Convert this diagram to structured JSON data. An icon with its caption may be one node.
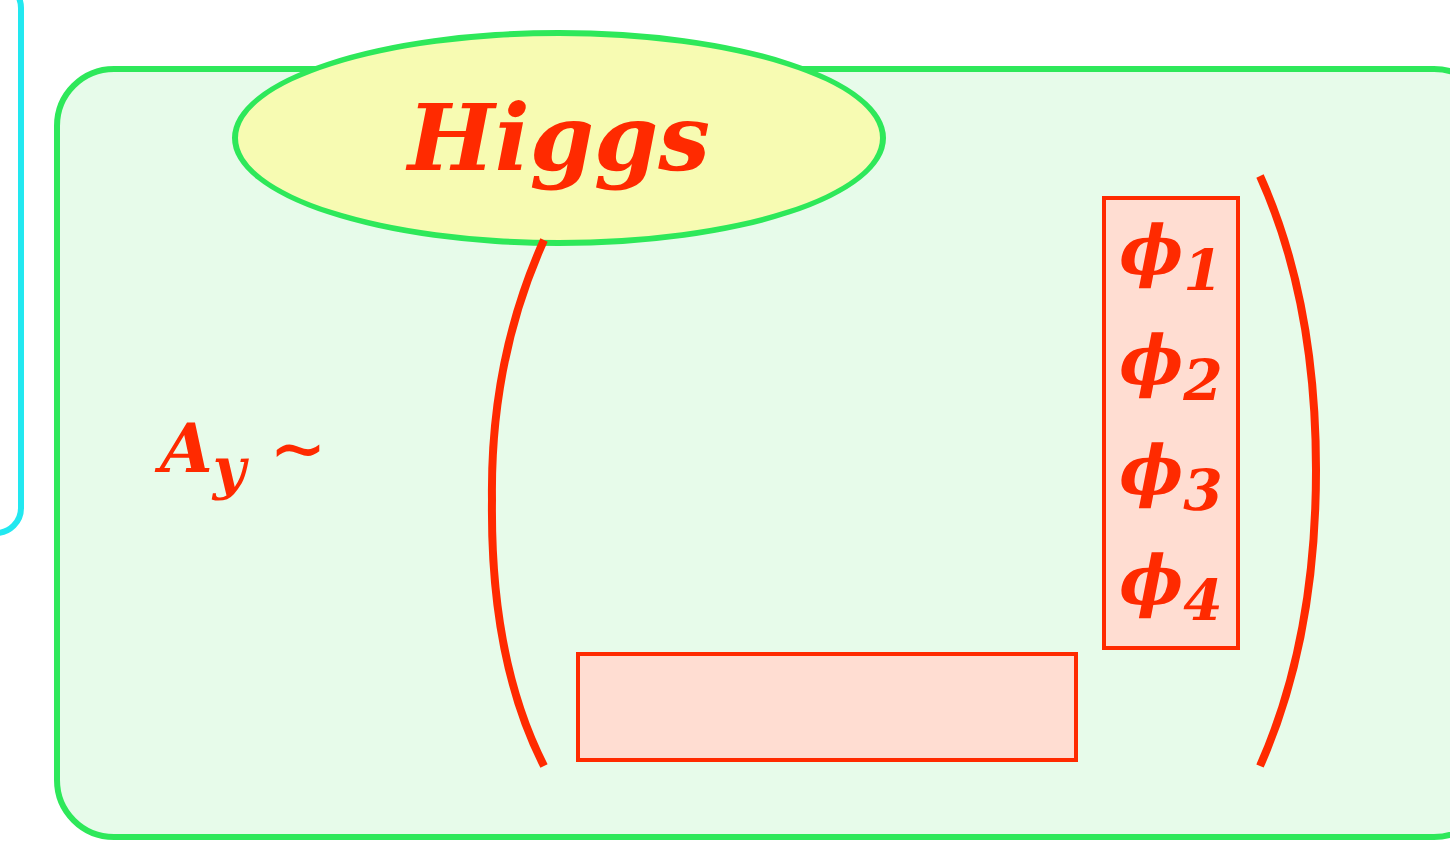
{
  "diagram": {
    "nodes": [
      {
        "text": [],
        "shape": "box"
      },
      {
        "text": [],
        "shape": "box"
      },
      {
        "text": [
          "Higgs"
        ],
        "in": 1
      },
      {
        "text": [
          "ϕ$_{1}$",
          "ϕ$_{2}$",
          "ϕ$_{3}$",
          "ϕ$_{4}$"
        ],
        "in": 1
      },
      {
        "text": [],
        "shape": "box",
        "in": 1
      }
    ],
    "edges": [],
    "labels": [
      "A$_{y}$ ∼"
    ]
  }
}
